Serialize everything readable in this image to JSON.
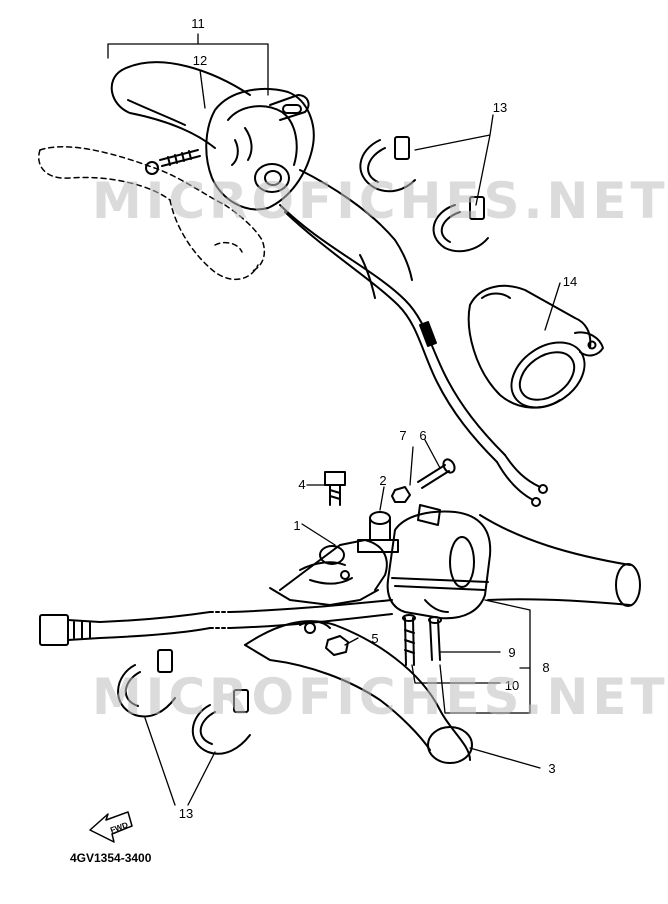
{
  "diagram": {
    "callouts": {
      "c1": "1",
      "c2": "2",
      "c3": "3",
      "c4": "4",
      "c5": "5",
      "c6": "6",
      "c7": "7",
      "c8": "8",
      "c9": "9",
      "c10": "10",
      "c11": "11",
      "c12": "12",
      "c13_top": "13",
      "c13_bottom": "13",
      "c14": "14"
    },
    "watermark": "MICROFICHES.NET",
    "fwd_label": "FWD",
    "diagram_code": "4GV1354-3400"
  }
}
